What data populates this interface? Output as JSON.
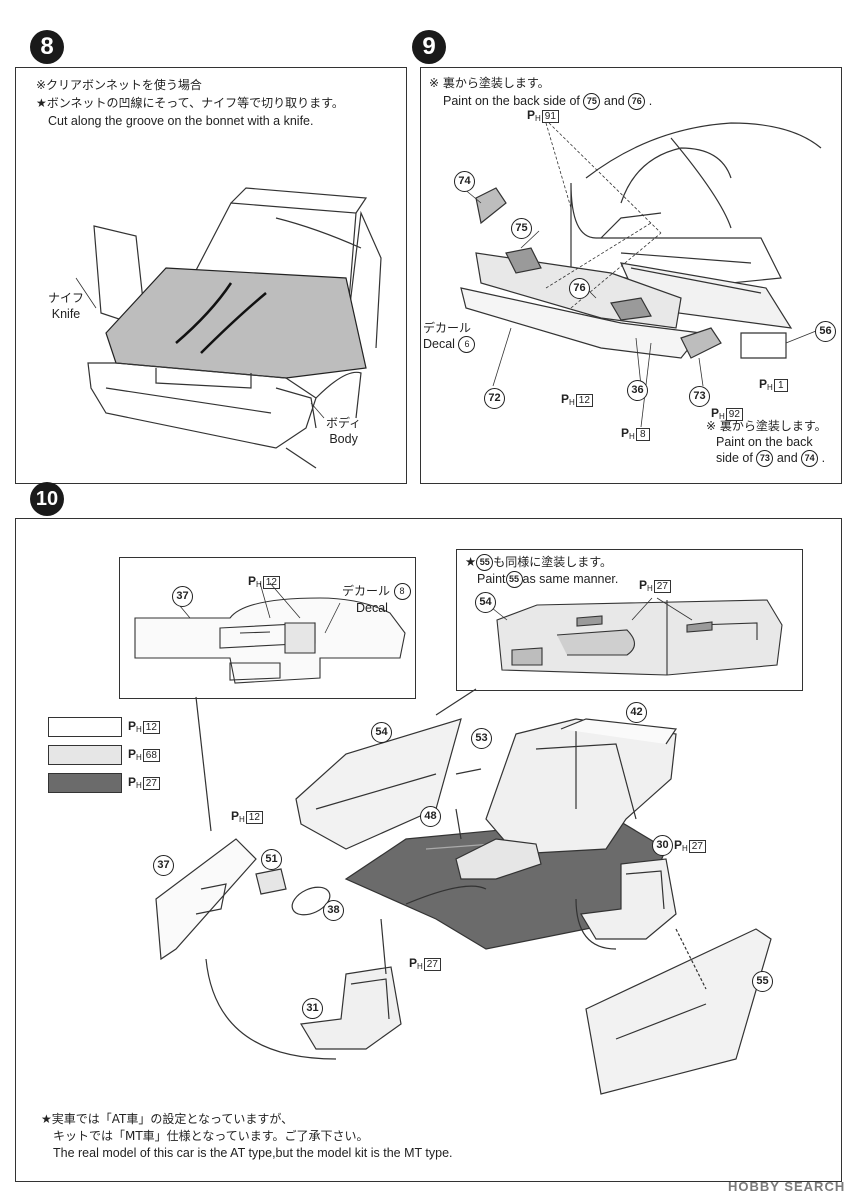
{
  "steps": {
    "s8": {
      "number": "8",
      "note_jp_1": "※クリアボンネットを使う場合",
      "note_jp_2": "★ボンネットの凹線にそって、ナイフ等で切り取ります。",
      "note_en": "Cut along the groove on the bonnet with a knife.",
      "knife_jp": "ナイフ",
      "knife_en": "Knife",
      "body_jp": "ボディ",
      "body_en": "Body"
    },
    "s9": {
      "number": "9",
      "note_jp_1": "※ 裏から塗装します。",
      "note_en_1_a": "Paint on the back side of",
      "note_en_1_p1": "75",
      "note_en_1_and": "and",
      "note_en_1_p2": "76",
      "note_en_1_end": ".",
      "note_jp_2": "※ 裏から塗装します。",
      "note_en_2_a": "Paint on the back",
      "note_en_2_b": "side of",
      "note_en_2_p1": "73",
      "note_en_2_and": "and",
      "note_en_2_p2": "74",
      "note_en_2_end": ".",
      "decal_jp": "デカール",
      "decal_en": "Decal",
      "decal_num": "6",
      "parts": [
        "74",
        "75",
        "76",
        "72",
        "36",
        "73",
        "56"
      ],
      "paints": [
        "91",
        "12",
        "8",
        "92",
        "1"
      ]
    },
    "s10": {
      "number": "10",
      "inset1_part": "37",
      "inset1_paint": "12",
      "inset1_decal_jp": "デカール",
      "inset1_decal_en": "Decal",
      "inset1_decal_num": "8",
      "inset2_note_jp_a": "★",
      "inset2_note_jp_p": "55",
      "inset2_note_jp_b": "も同様に塗装します。",
      "inset2_note_en_a": "Paint",
      "inset2_note_en_p": "55",
      "inset2_note_en_b": "as same manner.",
      "inset2_paint": "27",
      "inset2_part": "54",
      "legend": [
        {
          "paint": "12",
          "color": "#ffffff"
        },
        {
          "paint": "68",
          "color": "#e6e6e6"
        },
        {
          "paint": "27",
          "color": "#6b6b6b"
        }
      ],
      "parts": {
        "p54": "54",
        "p42": "42",
        "p53": "53",
        "p48": "48",
        "p37": "37",
        "p51": "51",
        "p38": "38",
        "p30": "30",
        "p55": "55",
        "p31": "31"
      },
      "paint_labels": {
        "dash": "12",
        "seat_r": "27",
        "seat_l": "27"
      },
      "footnote_jp_1": "★実車では「AT車」の設定となっていますが、",
      "footnote_jp_2": "キットでは「MT車」仕様となっています。ご了承下さい。",
      "footnote_en": "The real model of this car is the AT type,but the model kit is the MT type."
    }
  },
  "paint_prefix": "P",
  "paint_sub": "H",
  "watermark": "HOBBY SEARCH"
}
